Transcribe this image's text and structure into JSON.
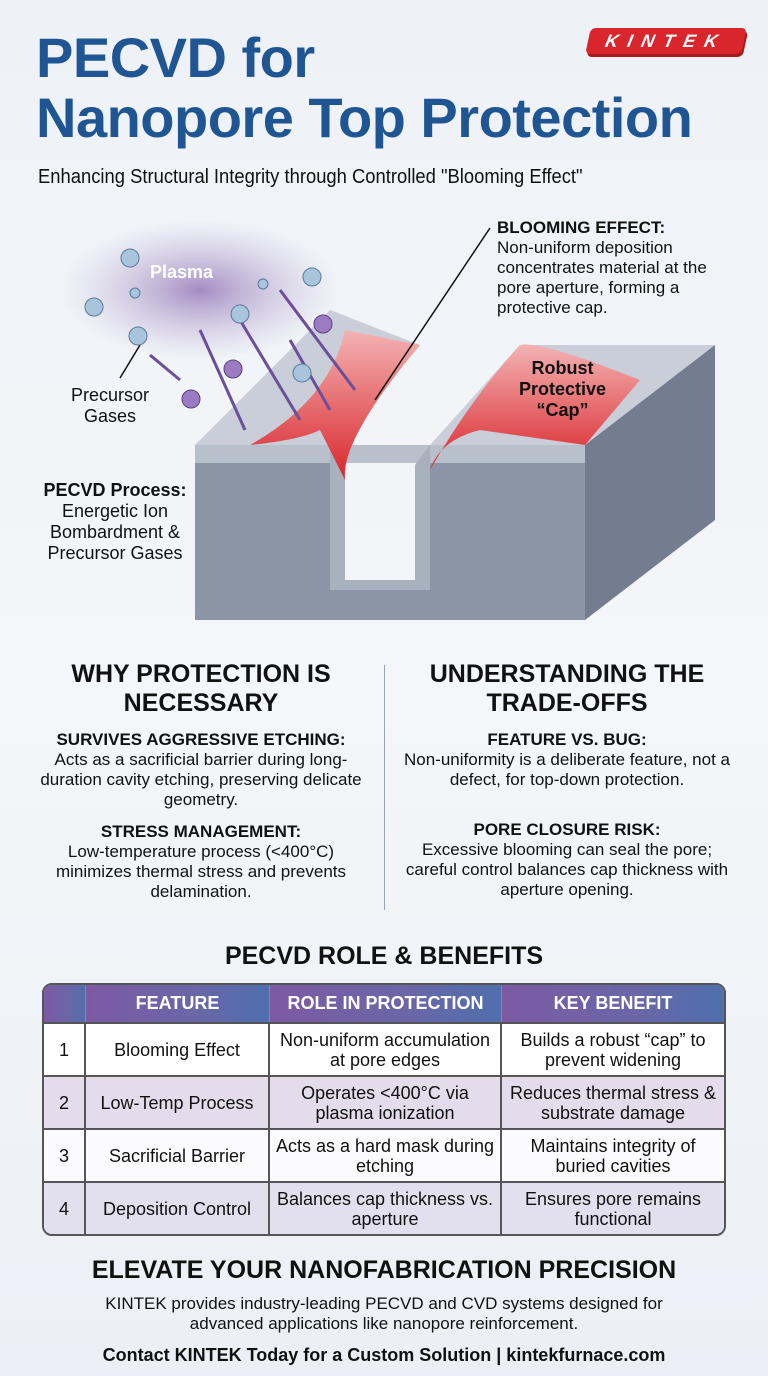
{
  "brand": {
    "logo_text": "KINTEK",
    "logo_color": "#d8262c"
  },
  "header": {
    "title_line1": "PECVD for",
    "title_line2": "Nanopore Top Protection",
    "subtitle": "Enhancing Structural Integrity through Controlled \"Blooming Effect\"",
    "title_color": "#1f5592"
  },
  "diagram": {
    "plasma_label": "Plasma",
    "precursor_label": "Precursor Gases",
    "process_title": "PECVD Process:",
    "process_text": "Energetic Ion Bombardment & Precursor Gases",
    "blooming_title": "BLOOMING EFFECT:",
    "blooming_text": "Non-uniform deposition concentrates material at the pore aperture, forming a protective cap.",
    "cap_label": "Robust Protective “Cap”",
    "cap_color": "#e0353a"
  },
  "why": {
    "heading": "WHY PROTECTION IS NECESSARY",
    "items": [
      {
        "title": "SURVIVES AGGRESSIVE ETCHING:",
        "text": "Acts as a sacrificial barrier during long-duration cavity etching, preserving delicate geometry."
      },
      {
        "title": "STRESS MANAGEMENT:",
        "text": "Low-temperature process (<400°C) minimizes thermal stress and prevents delamination."
      }
    ]
  },
  "tradeoffs": {
    "heading": "UNDERSTANDING THE TRADE-OFFS",
    "items": [
      {
        "title": "FEATURE VS. BUG:",
        "text": "Non-uniformity is a deliberate feature, not a defect, for top-down protection."
      },
      {
        "title": "PORE CLOSURE RISK:",
        "text": "Excessive blooming can seal the pore; careful control balances cap thickness with aperture opening."
      }
    ]
  },
  "benefits": {
    "heading": "PECVD ROLE & BENEFITS",
    "columns": [
      "",
      "FEATURE",
      "ROLE IN PROTECTION",
      "KEY BENEFIT"
    ],
    "rows": [
      [
        "1",
        "Blooming Effect",
        "Non-uniform accumulation at pore edges",
        "Builds a robust “cap” to prevent widening"
      ],
      [
        "2",
        "Low-Temp Process",
        "Operates <400°C via plasma ionization",
        "Reduces thermal stress & substrate damage"
      ],
      [
        "3",
        "Sacrificial Barrier",
        "Acts as a hard mask during etching",
        "Maintains integrity of buried cavities"
      ],
      [
        "4",
        "Deposition Control",
        "Balances cap thickness vs. aperture",
        "Ensures pore remains functional"
      ]
    ]
  },
  "footer": {
    "heading": "ELEVATE YOUR NANOFABRICATION PRECISION",
    "text": "KINTEK provides industry-leading PECVD and CVD systems designed for advanced applications like nanopore reinforcement.",
    "contact": "Contact KINTEK Today for a Custom Solution | kintekfurnace.com"
  }
}
